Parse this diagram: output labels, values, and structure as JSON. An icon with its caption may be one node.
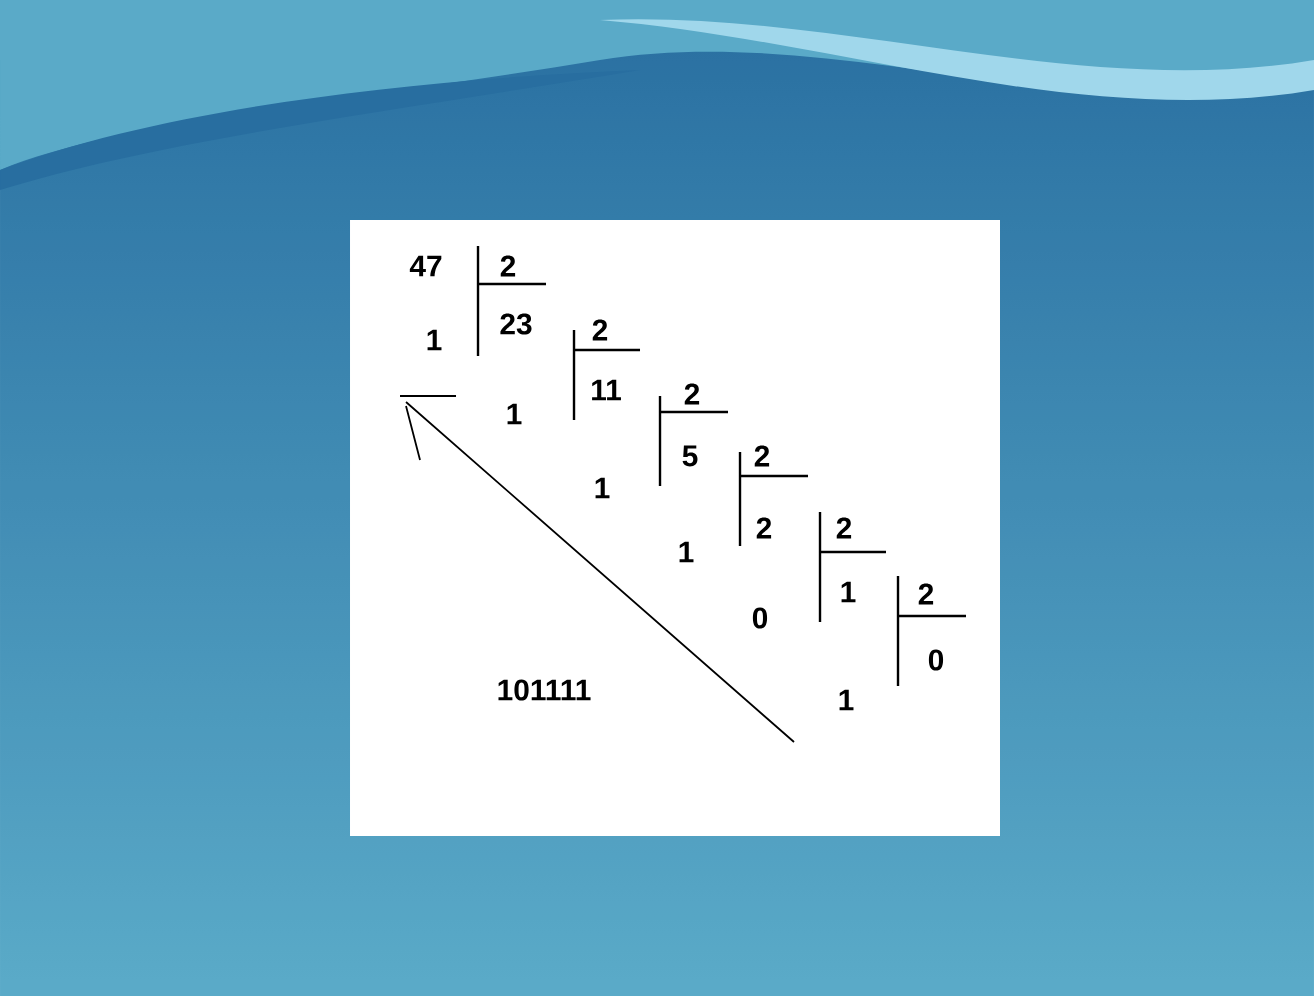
{
  "diagram": {
    "labels": [
      "47",
      "2",
      "1",
      "23",
      "2",
      "1",
      "11",
      "2",
      "5",
      "2",
      "1",
      "2",
      "2",
      "1",
      "1",
      "2",
      "0",
      "0",
      "101111",
      "1"
    ]
  }
}
